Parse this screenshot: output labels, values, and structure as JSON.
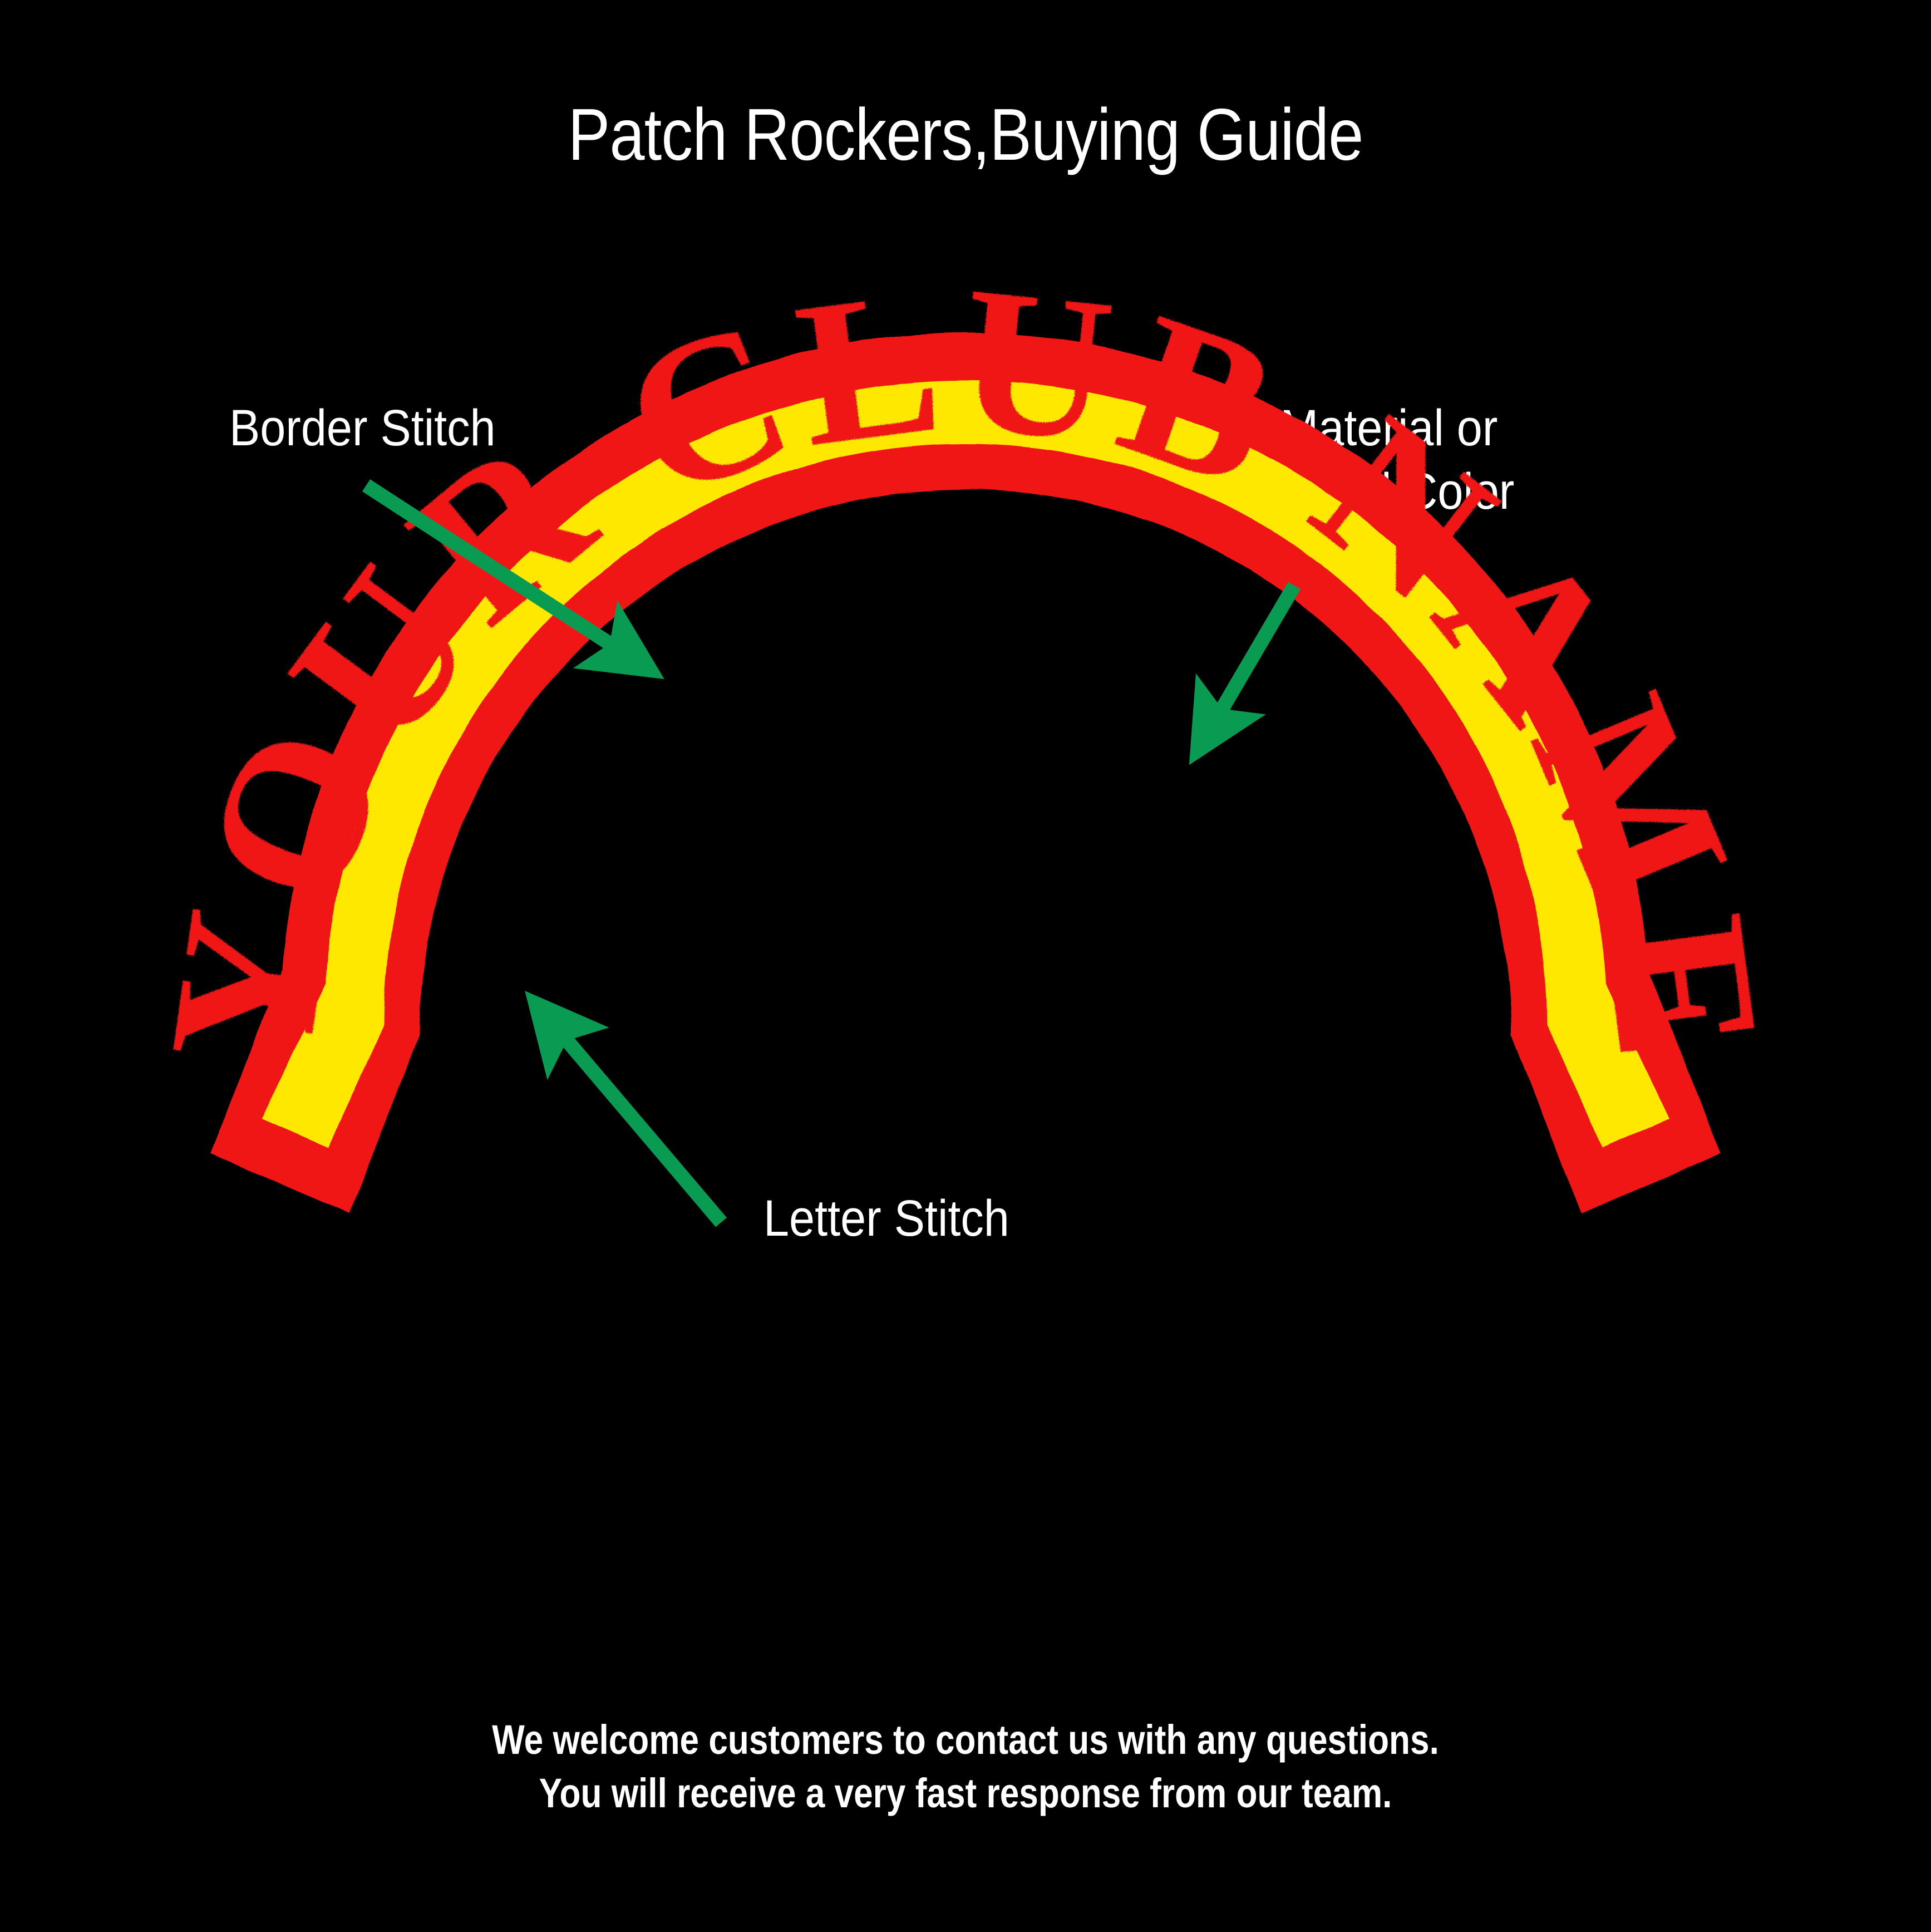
{
  "page": {
    "background_color": "#000000",
    "title": "Patch Rockers,Buying Guide"
  },
  "callouts": [
    {
      "id": "border-stitch",
      "label": "Border Stitch",
      "arrow_color": "#0a9b52",
      "points_to": "outer red border edge of the patch"
    },
    {
      "id": "base-material",
      "label": "Base Material or\nBackground Color",
      "arrow_color": "#0a9b52",
      "points_to": "yellow twill field of the patch"
    },
    {
      "id": "letter-stitch",
      "label": "Letter Stitch",
      "arrow_color": "#0a9b52",
      "points_to": "red embroidered lettering"
    }
  ],
  "patch": {
    "name": "rocker-patch",
    "shape": "arched-rocker",
    "text": "YOUR CLUB NAME",
    "text_words": [
      "YOUR",
      "CLUB",
      "NAME"
    ],
    "background_color": "#FFE800",
    "border_color": "#F01515",
    "letter_color": "#F01515",
    "border_label": "Border Stitch",
    "background_label": "Base Material or Background Color",
    "letter_label": "Letter Stitch"
  },
  "footer": {
    "line1": "We welcome customers to contact us with any questions.",
    "line2": "You will receive a very fast response from our team."
  },
  "colors": {
    "black": "#000000",
    "white": "#FFFFFF",
    "yellow": "#FFE800",
    "red": "#F01515",
    "green": "#0A9B52"
  }
}
